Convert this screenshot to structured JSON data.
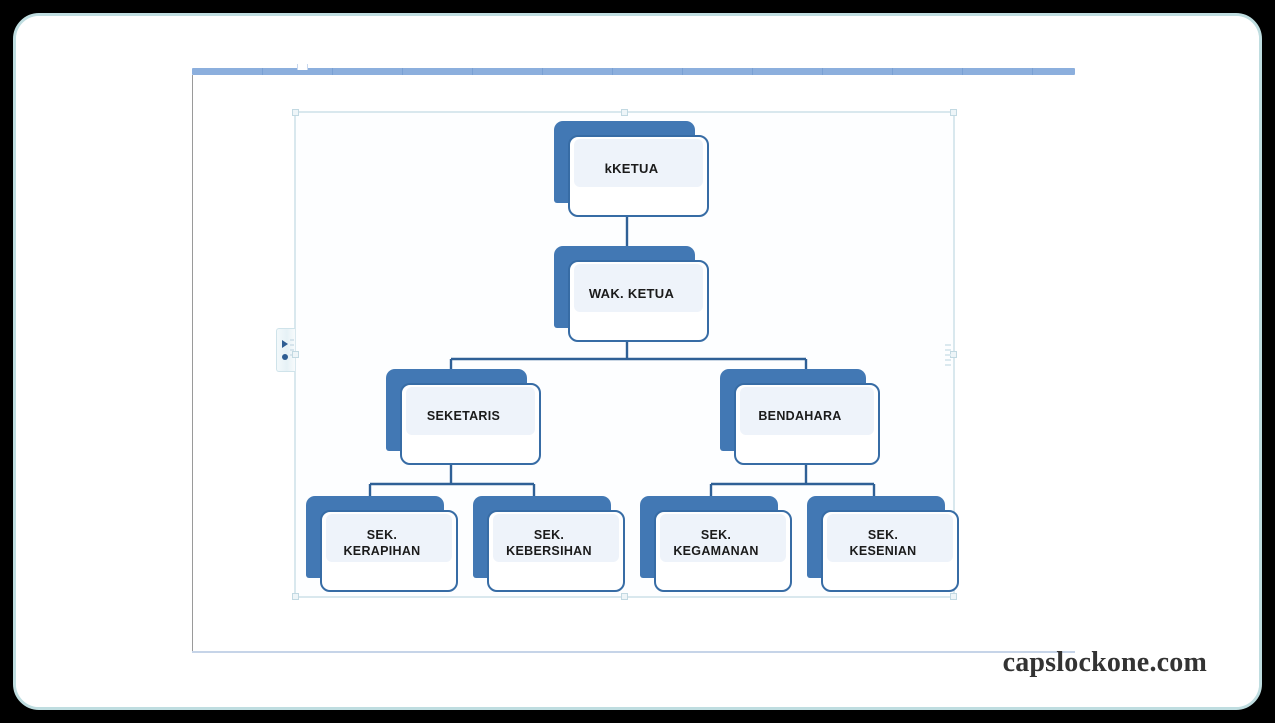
{
  "window": {
    "app_surface": "powerpoint-slide-editor",
    "watermark": "capslockone.com"
  },
  "colors": {
    "node_shadow": "#4278b4",
    "node_border": "#376ca5",
    "node_face": "#ffffff",
    "node_face_tint": "#eef3fa",
    "connector": "#2f6096",
    "ruler": "#8cafdb",
    "selection_border": "#d9e8ee",
    "page_border": "#bfdde0",
    "outer_frame": "#000000",
    "text": "#1b1b1b"
  },
  "ruler": {
    "label": "horizontal-ruler"
  },
  "smartart": {
    "title": "organization-chart",
    "textpane_toggle_label": "Text Pane"
  },
  "chart_data": {
    "type": "diagram",
    "diagram_kind": "organization-chart",
    "title": "",
    "nodes": [
      {
        "id": "n1",
        "label": "kKETUA",
        "level": 1,
        "parent": null
      },
      {
        "id": "n2",
        "label": "WAK. KETUA",
        "level": 2,
        "parent": "n1"
      },
      {
        "id": "n3",
        "label": "SEKETARIS",
        "level": 3,
        "parent": "n2"
      },
      {
        "id": "n4",
        "label": "BENDAHARA",
        "level": 3,
        "parent": "n2"
      },
      {
        "id": "n5",
        "label": "SEK.\nKERAPIHAN",
        "level": 4,
        "parent": "n3"
      },
      {
        "id": "n6",
        "label": "SEK.\nKEBERSIHAN",
        "level": 4,
        "parent": "n3"
      },
      {
        "id": "n7",
        "label": "SEK.\nKEGAMANAN",
        "level": 4,
        "parent": "n4"
      },
      {
        "id": "n8",
        "label": "SEK.\nKESENIAN",
        "level": 4,
        "parent": "n4"
      }
    ],
    "edges": [
      {
        "from": "n1",
        "to": "n2"
      },
      {
        "from": "n2",
        "to": "n3"
      },
      {
        "from": "n2",
        "to": "n4"
      },
      {
        "from": "n3",
        "to": "n5"
      },
      {
        "from": "n3",
        "to": "n6"
      },
      {
        "from": "n4",
        "to": "n7"
      },
      {
        "from": "n4",
        "to": "n8"
      }
    ],
    "levels": 4,
    "legend": [],
    "grid": false
  }
}
